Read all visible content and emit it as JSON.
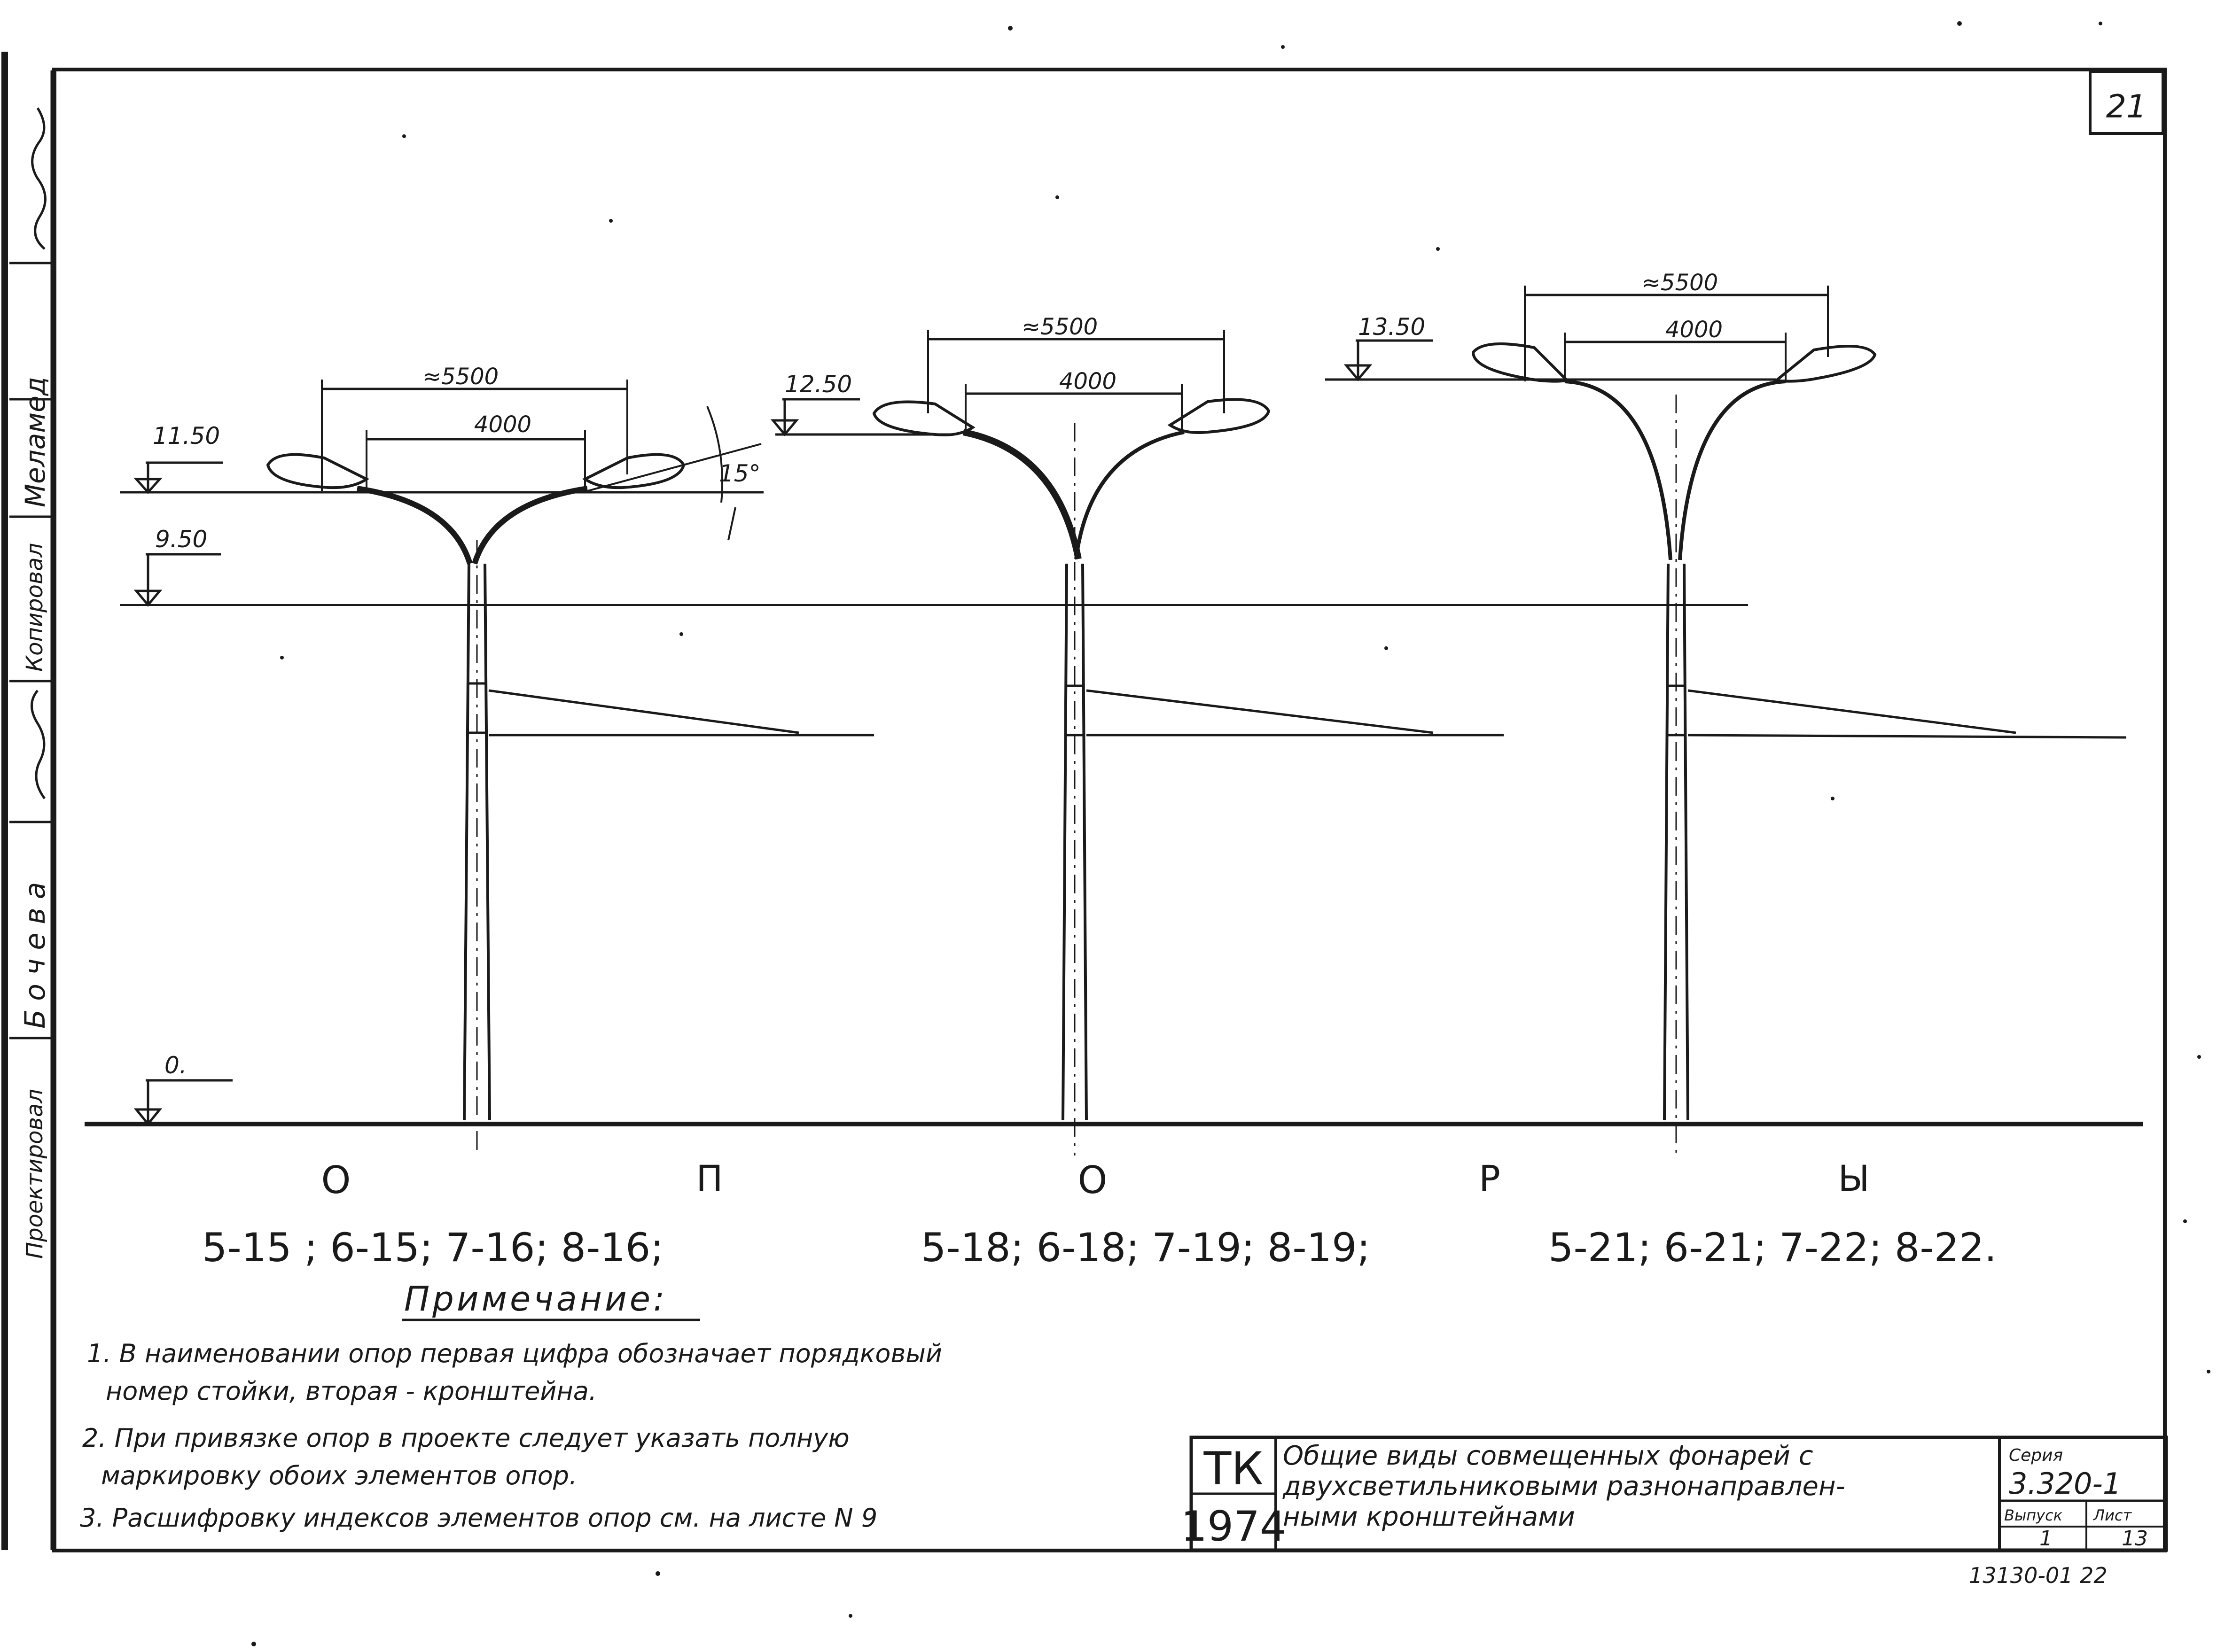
{
  "sheet": {
    "sheet_number": "21",
    "footer_code": "13130-01 22"
  },
  "side_stamp": {
    "role_1": "Проектировал",
    "name_1": "Бочева",
    "role_2": "Копировал",
    "name_2": "Меламед"
  },
  "elevations": [
    "11.50",
    "9.50",
    "0.",
    "12.50",
    "13.50"
  ],
  "angle_label": "15°",
  "poles": [
    {
      "outer_span": "≈5500",
      "inner_span": "4000",
      "series": "5-15 ; 6-15; 7-16; 8-16;"
    },
    {
      "outer_span": "≈5500",
      "inner_span": "4000",
      "series": "5-18; 6-18; 7-19; 8-19;"
    },
    {
      "outer_span": "≈5500",
      "inner_span": "4000",
      "series": "5-21; 6-21; 7-22; 8-22."
    }
  ],
  "heading_letters": [
    "О",
    "П",
    "О",
    "Р",
    "Ы"
  ],
  "notes": {
    "title": "Примечание:",
    "lines": [
      "1. В наименовании опор первая цифра обозначает порядковый",
      "номер стойки, вторая - кронштейна.",
      "2. При привязке опор в проекте следует указать полную",
      "маркировку обоих элементов опор.",
      "3. Расшифровку индексов элементов опор см. на листе N 9"
    ]
  },
  "title_block": {
    "org": "ТК",
    "year": "1974",
    "title_lines": [
      "Общие виды совмещенных фонарей с",
      "двухсветильниковыми разнонаправлен-",
      "ными кронштейнами"
    ],
    "series_label": "Серия",
    "series_value": "3.320-1",
    "issue_label": "Выпуск",
    "issue_value": "1",
    "page_label": "Лист",
    "page_value": "13"
  },
  "colors": {
    "ink": "#1a1a1a",
    "paper": "#ffffff"
  }
}
